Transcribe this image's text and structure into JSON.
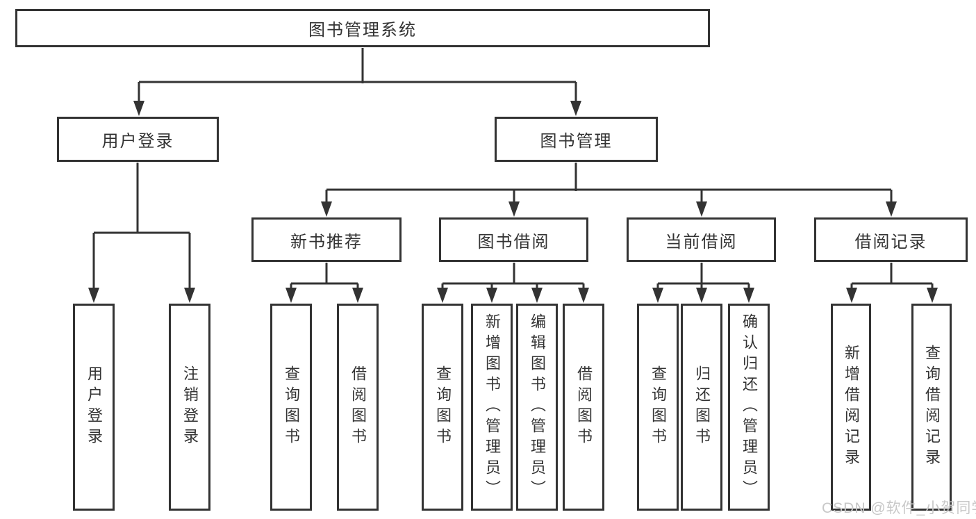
{
  "diagram": {
    "title": "图书管理系统",
    "user_login": {
      "label": "用户登录",
      "children": [
        "用户登录",
        "注销登录"
      ]
    },
    "book_management": {
      "label": "图书管理",
      "sections": [
        {
          "label": "新书推荐",
          "children": [
            "查询图书",
            "借阅图书"
          ]
        },
        {
          "label": "图书借阅",
          "children": [
            "查询图书",
            "新增图书（管理员）",
            "编辑图书（管理员）",
            "借阅图书"
          ]
        },
        {
          "label": "当前借阅",
          "children": [
            "查询图书",
            "归还图书",
            "确认归还（管理员）"
          ]
        },
        {
          "label": "借阅记录",
          "children": [
            "新增借阅记录",
            "查询借阅记录"
          ]
        }
      ]
    }
  },
  "watermark": {
    "text": "CSDN @软件_小贺同学"
  },
  "colors": {
    "line": "#333333",
    "text": "#333333",
    "watermark": "#c8c8c8",
    "background": "#ffffff"
  }
}
